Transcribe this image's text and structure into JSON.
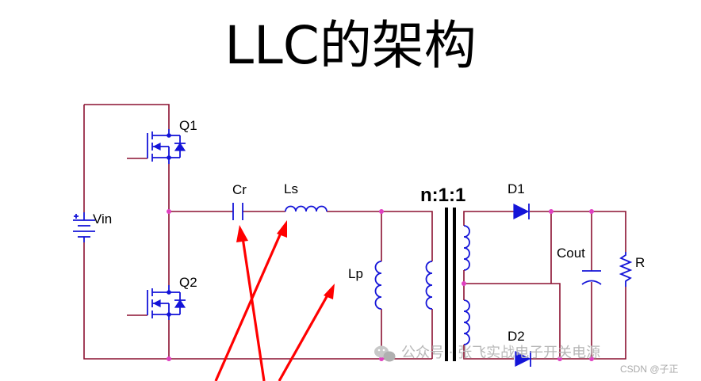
{
  "title": "LLC的架构",
  "labels": {
    "q1": "Q1",
    "q2": "Q2",
    "vin": "Vin",
    "cr": "Cr",
    "ls": "Ls",
    "lp": "Lp",
    "ratio": "n:1:1",
    "d1": "D1",
    "d2": "D2",
    "cout": "Cout",
    "r": "R"
  },
  "watermark": {
    "main": "公众号 · 张飞实战电子开关电源",
    "sub": "CSDN @子正"
  },
  "colors": {
    "wire": "#8b1030",
    "component": "#1414d8",
    "junction": "#e040c0",
    "arrow": "#ff0000"
  }
}
